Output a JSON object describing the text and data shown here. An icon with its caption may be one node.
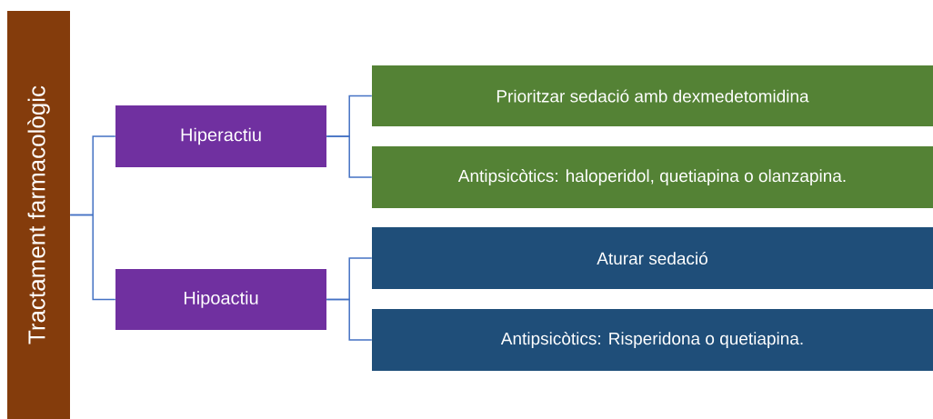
{
  "diagram": {
    "nodes": [
      {
        "text": [
          "Tractament farmacològic"
        ]
      },
      {
        "text": [
          "Hiperactiu"
        ]
      },
      {
        "text": [
          "Hipoactiu"
        ]
      },
      {
        "text": [
          "Prioritzar sedació amb dexmedetomidina"
        ]
      },
      {
        "text": [
          "Antipsicòtics: haloperidol, quetiapina o olanzapina."
        ]
      },
      {
        "text": [
          "Aturar sedació"
        ]
      },
      {
        "text": [
          "Antipsicòtics: Risperidona o quetiapina."
        ]
      }
    ],
    "edges": [
      {
        "from": 0,
        "to": 1,
        "arrow": "none"
      },
      {
        "from": 0,
        "to": 2,
        "arrow": "none"
      },
      {
        "from": 1,
        "to": 3,
        "arrow": "none"
      },
      {
        "from": 1,
        "to": 4,
        "arrow": "none"
      },
      {
        "from": 2,
        "to": 5,
        "arrow": "none"
      },
      {
        "from": 2,
        "to": 6,
        "arrow": "none"
      }
    ]
  }
}
